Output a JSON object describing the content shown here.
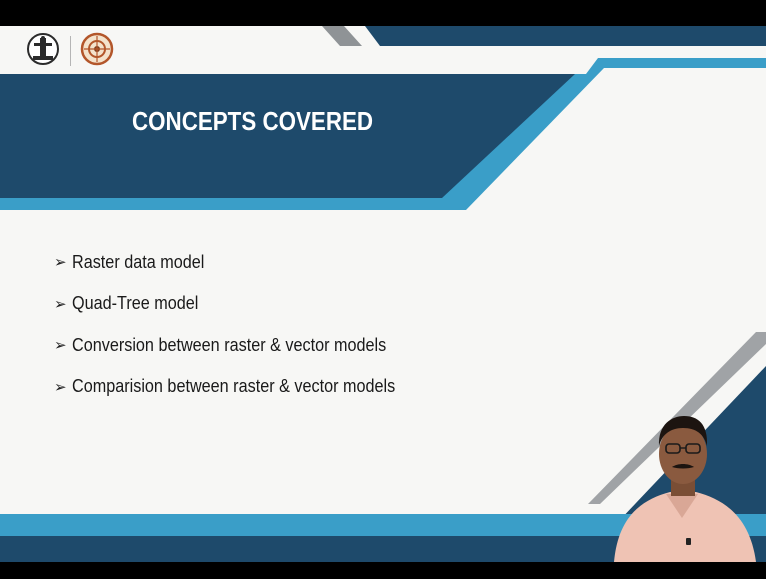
{
  "slide": {
    "title": "CONCEPTS COVERED",
    "bullets": [
      "Raster data model",
      "Quad-Tree model",
      "Conversion between raster & vector models",
      "Comparision between raster & vector models"
    ],
    "bullet_marker": "➢"
  },
  "header": {
    "logos": [
      "institute-emblem-icon",
      "nptel-emblem-icon"
    ]
  },
  "presenter": {
    "icon": "presenter-video-overlay"
  },
  "colors": {
    "navy": "#1e4a6b",
    "accent_blue": "#3a9ec8",
    "slide_background": "#f7f7f5",
    "title_text": "#ffffff",
    "bullet_text": "#1a1a1a"
  }
}
